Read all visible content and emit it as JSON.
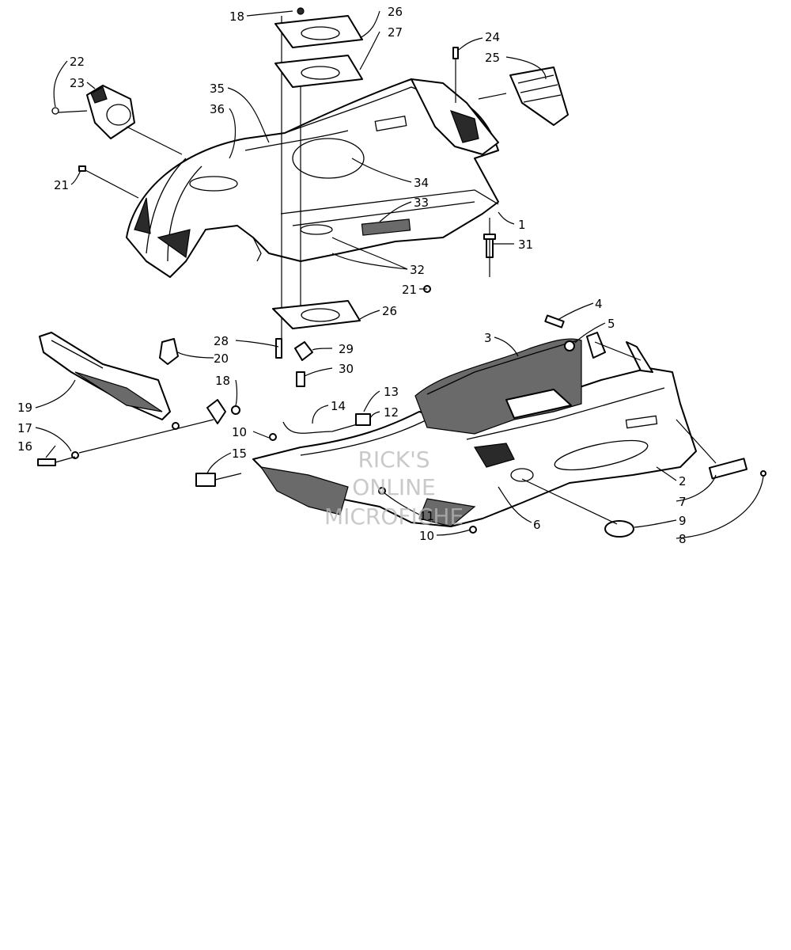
{
  "callouts": {
    "c1": "1",
    "c2": "2",
    "c3": "3",
    "c4": "4",
    "c5": "5",
    "c6": "6",
    "c7": "7",
    "c8": "8",
    "c9": "9",
    "c10a": "10",
    "c10b": "10",
    "c11": "11",
    "c12": "12",
    "c13": "13",
    "c14": "14",
    "c15": "15",
    "c16": "16",
    "c17": "17",
    "c18a": "18",
    "c18b": "18",
    "c19": "19",
    "c20": "20",
    "c21a": "21",
    "c21b": "21",
    "c22": "22",
    "c23": "23",
    "c24": "24",
    "c25": "25",
    "c26a": "26",
    "c26b": "26",
    "c27": "27",
    "c28": "28",
    "c29": "29",
    "c30": "30",
    "c31": "31",
    "c32": "32",
    "c33": "33",
    "c34": "34",
    "c35": "35",
    "c36": "36"
  },
  "watermark": {
    "line1": "RICK'S",
    "line2": "ONLINE",
    "line3": "MICROFICHE"
  }
}
